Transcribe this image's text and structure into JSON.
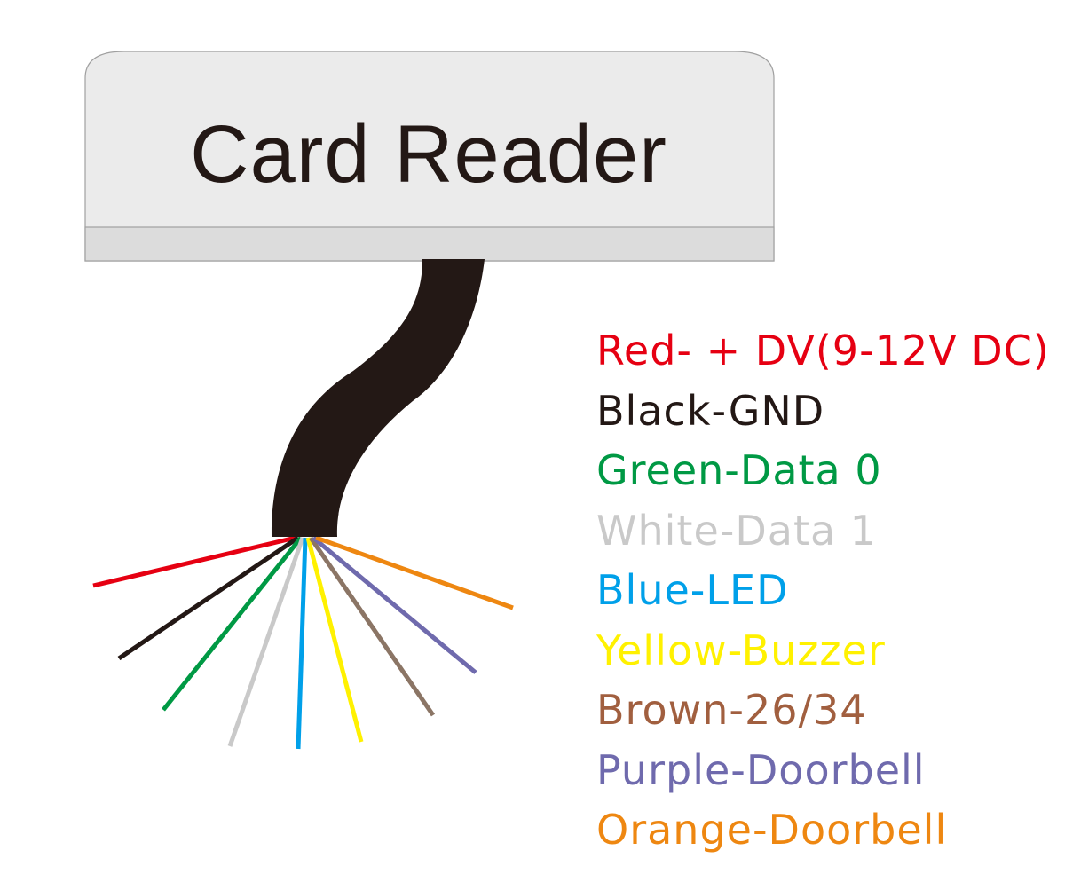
{
  "reader": {
    "title": "Card Reader"
  },
  "colors": {
    "body_fill": "#ebebeb",
    "body_stroke": "#a0a0a0",
    "base_fill": "#dcdcdc",
    "cable": "#231815"
  },
  "wires": [
    {
      "name": "red",
      "color": "#e60012"
    },
    {
      "name": "black",
      "color": "#231815"
    },
    {
      "name": "green",
      "color": "#009944"
    },
    {
      "name": "white",
      "color": "#c9c9c9"
    },
    {
      "name": "blue",
      "color": "#00a0e9"
    },
    {
      "name": "yellow",
      "color": "#fff100"
    },
    {
      "name": "brown",
      "color": "#8b7565"
    },
    {
      "name": "purple",
      "color": "#6f6aad"
    },
    {
      "name": "orange",
      "color": "#ee8711"
    }
  ],
  "legend": [
    {
      "text": "Red- + DV(9-12V DC)",
      "color": "#e60012"
    },
    {
      "text": "Black-GND",
      "color": "#231815"
    },
    {
      "text": "Green-Data 0",
      "color": "#009944"
    },
    {
      "text": "White-Data 1",
      "color": "#c9c9c9"
    },
    {
      "text": "Blue-LED",
      "color": "#00a0e9"
    },
    {
      "text": "Yellow-Buzzer",
      "color": "#fff100"
    },
    {
      "text": "Brown-26/34",
      "color": "#a15f3f"
    },
    {
      "text": "Purple-Doorbell",
      "color": "#6f6aad"
    },
    {
      "text": "Orange-Doorbell",
      "color": "#ee8711"
    }
  ]
}
